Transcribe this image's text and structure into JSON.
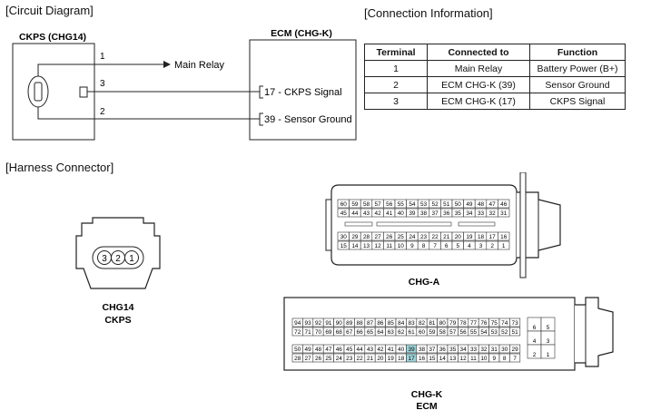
{
  "sections": {
    "circuit": "[Circuit Diagram]",
    "connection": "[Connection Information]",
    "harness": "[Harness Connector]"
  },
  "circuit": {
    "sensor_title": "CKPS (CHG14)",
    "ecm_title": "ECM (CHG-K)",
    "wire1_num": "1",
    "wire3_num": "3",
    "wire2_num": "2",
    "main_relay": "Main Relay",
    "ecm_pin_a": "17 - CKPS Signal",
    "ecm_pin_b": "39 - Sensor Ground"
  },
  "table": {
    "headers": [
      "Terminal",
      "Connected to",
      "Function"
    ],
    "rows": [
      [
        "1",
        "Main Relay",
        "Battery Power (B+)"
      ],
      [
        "2",
        "ECM CHG-K (39)",
        "Sensor Ground"
      ],
      [
        "3",
        "ECM CHG-K (17)",
        "CKPS Signal"
      ]
    ]
  },
  "connectors": {
    "chg14_pins": [
      "3",
      "2",
      "1"
    ],
    "chg14_label1": "CHG14",
    "chg14_label2": "CKPS",
    "chga_label": "CHG-A",
    "chga_rows": [
      [
        "60",
        "59",
        "58",
        "57",
        "56",
        "55",
        "54",
        "53",
        "52",
        "51",
        "50",
        "49",
        "48",
        "47",
        "46"
      ],
      [
        "45",
        "44",
        "43",
        "42",
        "41",
        "40",
        "39",
        "38",
        "37",
        "36",
        "35",
        "34",
        "33",
        "32",
        "31"
      ],
      [
        "30",
        "29",
        "28",
        "27",
        "26",
        "25",
        "24",
        "23",
        "22",
        "21",
        "20",
        "19",
        "18",
        "17",
        "16"
      ],
      [
        "15",
        "14",
        "13",
        "12",
        "11",
        "10",
        "9",
        "8",
        "7",
        "6",
        "5",
        "4",
        "3",
        "2",
        "1"
      ]
    ],
    "chgk_rows": [
      [
        "94",
        "93",
        "92",
        "91",
        "90",
        "89",
        "88",
        "87",
        "86",
        "85",
        "84",
        "83",
        "82",
        "81",
        "80",
        "79",
        "78",
        "77",
        "76",
        "75",
        "74",
        "73"
      ],
      [
        "72",
        "71",
        "70",
        "69",
        "68",
        "67",
        "66",
        "65",
        "64",
        "63",
        "62",
        "61",
        "60",
        "59",
        "58",
        "57",
        "56",
        "55",
        "54",
        "53",
        "52",
        "51"
      ],
      [
        "50",
        "49",
        "48",
        "47",
        "46",
        "45",
        "44",
        "43",
        "42",
        "41",
        "40",
        "39",
        "38",
        "37",
        "36",
        "35",
        "34",
        "33",
        "32",
        "31",
        "30",
        "29"
      ],
      [
        "28",
        "27",
        "26",
        "25",
        "24",
        "23",
        "22",
        "21",
        "20",
        "19",
        "18",
        "17",
        "16",
        "15",
        "14",
        "13",
        "12",
        "11",
        "10",
        "9",
        "8",
        "7"
      ]
    ],
    "chgk_small": [
      [
        "6",
        "5"
      ],
      [
        "4",
        "3"
      ],
      [
        "2",
        "1"
      ]
    ],
    "chgk_highlight": [
      "39",
      "17"
    ],
    "chgk_label1": "CHG-K",
    "chgk_label2": "ECM",
    "highlight_color": "#9fd3d8"
  }
}
